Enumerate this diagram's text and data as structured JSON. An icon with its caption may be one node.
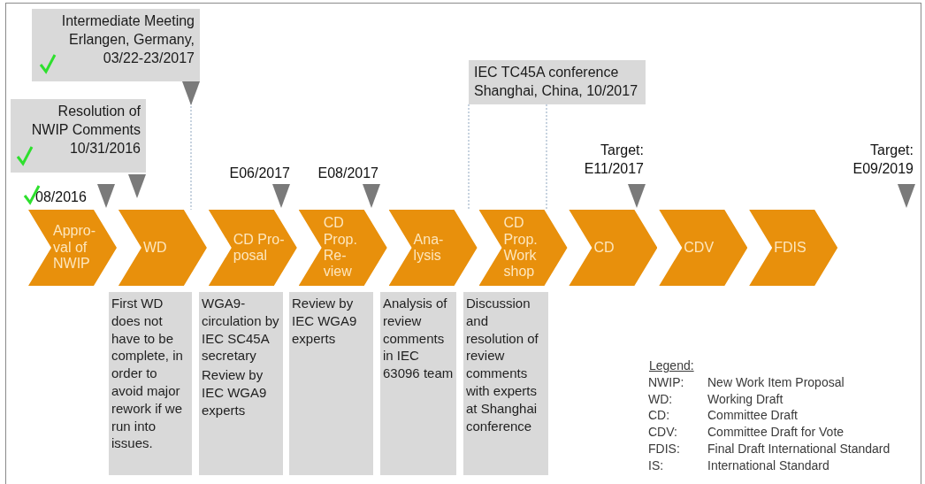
{
  "diagram": {
    "nodes": [
      {
        "text": [
          "Intermediate Meeting Erlangen, Germany,",
          "03/22-23/2017"
        ]
      },
      {
        "text": [
          "Resolution of NWIP Comments",
          "10/31/2016"
        ]
      },
      {
        "text": [
          "IEC TC45A conference",
          "Shanghai, China, 10/2017"
        ]
      },
      {
        "text": [
          "Appro- val of NWIP"
        ]
      },
      {
        "text": [
          "WD"
        ]
      },
      {
        "text": [
          "CD Pro- posal"
        ]
      },
      {
        "text": [
          "CD Prop. Re- view"
        ]
      },
      {
        "text": [
          "Ana- lysis"
        ]
      },
      {
        "text": [
          "CD Prop. Work shop"
        ]
      },
      {
        "text": [
          "CD"
        ]
      },
      {
        "text": [
          "CDV"
        ]
      },
      {
        "text": [
          "FDIS"
        ]
      },
      {
        "text": [
          "First WD does not have to be complete, in order to avoid major rework if we run into issues."
        ]
      },
      {
        "text": [
          "WGA9- circulation by IEC SC45A secretary",
          "Review by IEC WGA9 experts"
        ]
      },
      {
        "text": [
          "Review by IEC WGA9 experts"
        ]
      },
      {
        "text": [
          "Analysis of review comments in IEC 63096 team"
        ]
      },
      {
        "text": [
          "Discussion and resolution of review comments with experts at Shanghai conference"
        ]
      }
    ],
    "edges": [
      {
        "from": 0,
        "to": 4,
        "arrow": "none",
        "style": "dashed"
      },
      {
        "from": 2,
        "to": 8,
        "arrow": "none",
        "style": "dashed"
      },
      {
        "from": 2,
        "to": 8,
        "arrow": "none",
        "style": "dashed"
      }
    ],
    "labels": [
      "08/2016",
      "E06/2017",
      "E08/2017",
      "Target: E11/2017",
      "Target: E09/2019",
      "Legend:",
      "NWIP:",
      "New Work Item Proposal",
      "WD:",
      "Working Draft",
      "CD:",
      "Committee Draft",
      "CDV:",
      "Committee Draft for Vote",
      "FDIS:",
      "Final Draft International Standard",
      "IS:",
      "International Standard"
    ]
  }
}
